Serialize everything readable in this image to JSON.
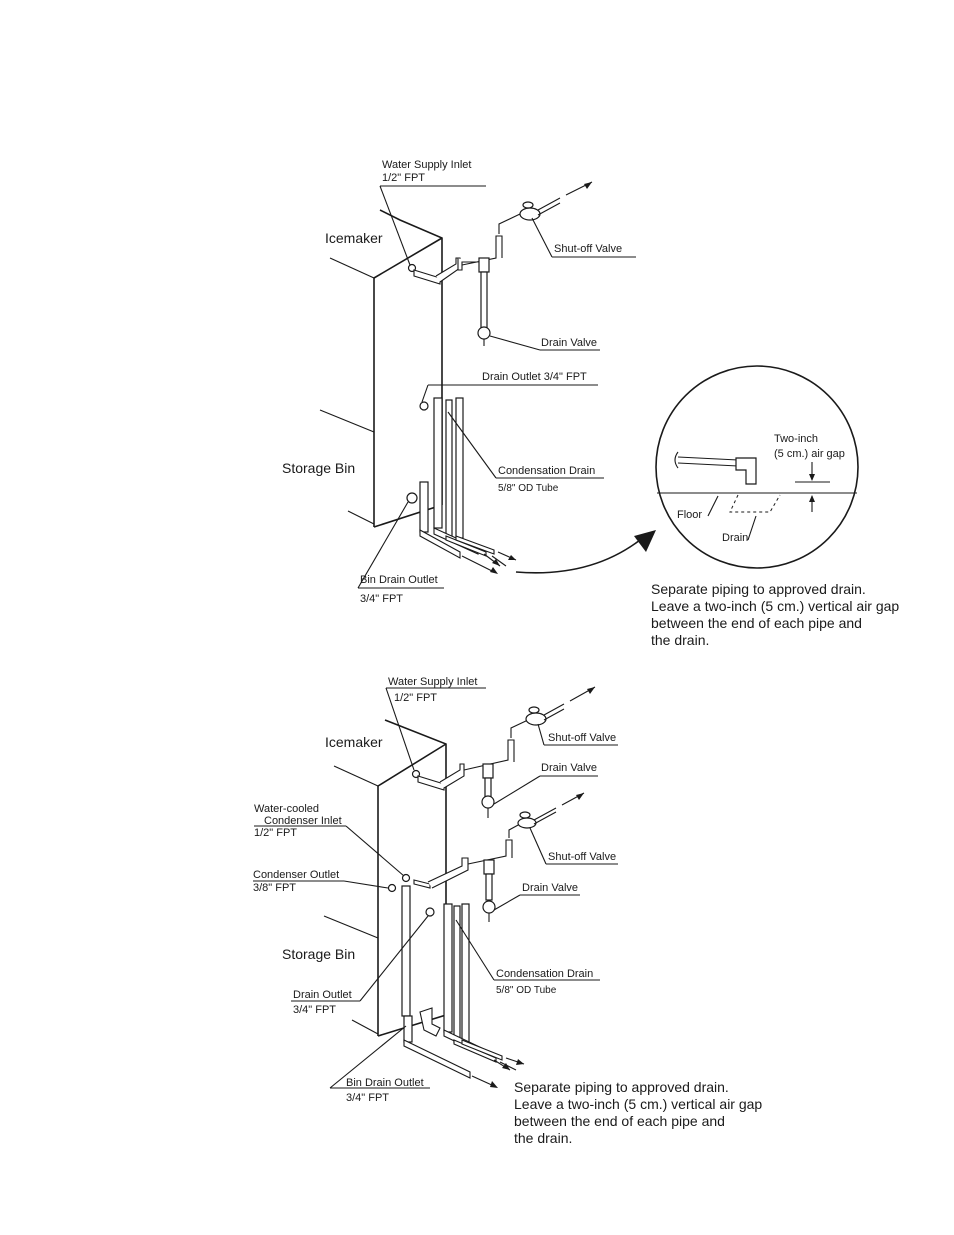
{
  "diagram1": {
    "water_supply_inlet": "Water Supply Inlet",
    "water_supply_size": "1/2\" FPT",
    "icemaker": "Icemaker",
    "shutoff_valve": "Shut-off Valve",
    "drain_valve": "Drain Valve",
    "drain_outlet": "Drain Outlet 3/4\" FPT",
    "storage_bin": "Storage Bin",
    "condensation_drain": "Condensation Drain",
    "condensation_size": "5/8\" OD Tube",
    "bin_drain_outlet": "Bin Drain Outlet",
    "bin_drain_size": "3/4\" FPT"
  },
  "detail": {
    "air_gap_line1": "Two-inch",
    "air_gap_line2": "(5 cm.) air gap",
    "floor": "Floor",
    "drain": "Drain"
  },
  "note1": [
    "Separate piping to approved drain.",
    "Leave a two-inch (5 cm.) vertical air gap",
    "between the end of each pipe and",
    "the drain."
  ],
  "diagram2": {
    "water_supply_inlet": "Water Supply Inlet",
    "water_supply_size": "1/2\" FPT",
    "icemaker": "Icemaker",
    "shutoff_valve_1": "Shut-off Valve",
    "drain_valve_1": "Drain Valve",
    "condenser_inlet_line1": "Water-cooled",
    "condenser_inlet_line2": "Condenser Inlet",
    "condenser_inlet_size": "1/2\" FPT",
    "shutoff_valve_2": "Shut-off Valve",
    "condenser_outlet": "Condenser Outlet",
    "condenser_outlet_size": "3/8\" FPT",
    "drain_valve_2": "Drain Valve",
    "storage_bin": "Storage Bin",
    "condensation_drain": "Condensation Drain",
    "condensation_size": "5/8\" OD Tube",
    "drain_outlet": "Drain Outlet",
    "drain_outlet_size": "3/4\" FPT",
    "bin_drain_outlet": "Bin Drain Outlet",
    "bin_drain_size": "3/4\" FPT"
  },
  "note2": [
    "Separate piping to approved drain.",
    "Leave a two-inch (5 cm.) vertical air gap",
    "between the end of each pipe and",
    "the drain."
  ]
}
